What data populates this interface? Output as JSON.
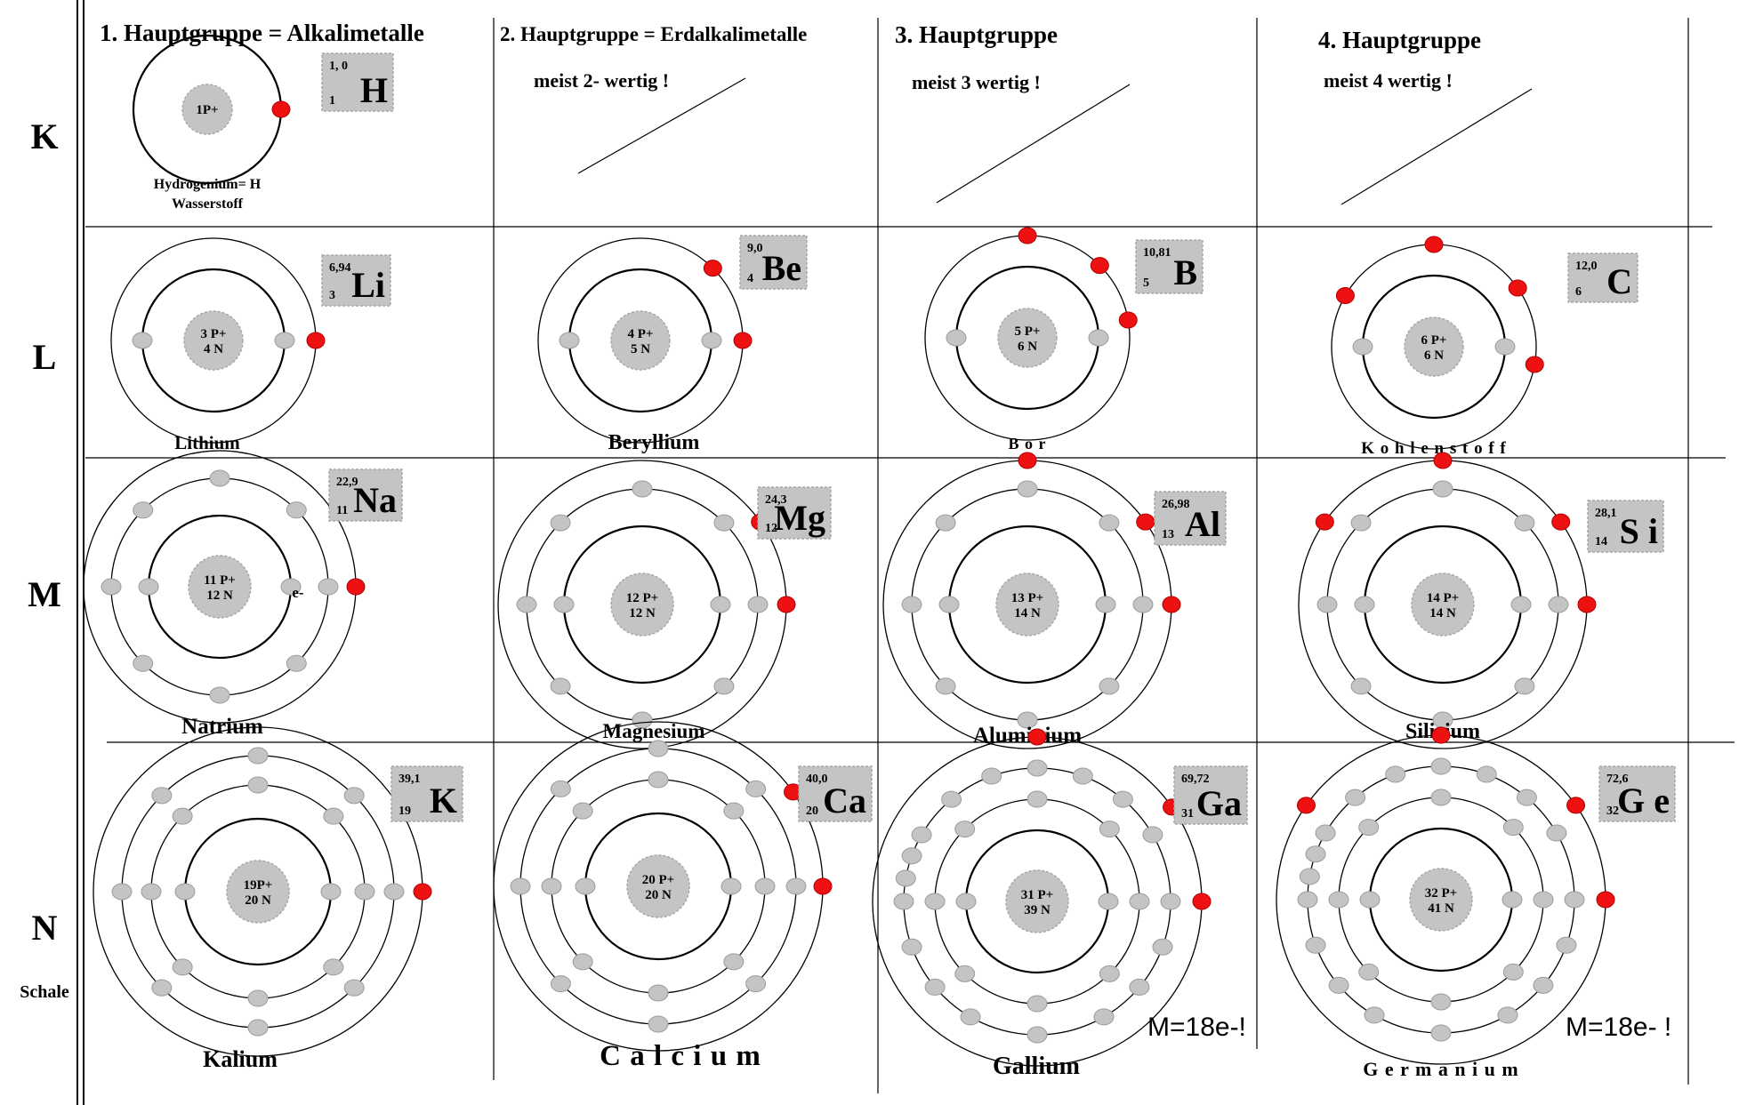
{
  "shells": [
    "K",
    "L",
    "M",
    "N"
  ],
  "shell_caption": "Schale",
  "groups": [
    {
      "title": "1. Hauptgruppe = Alkalimetalle",
      "note": ""
    },
    {
      "title": "2. Hauptgruppe = Erdalkalimetalle",
      "note": "meist 2- wertig !"
    },
    {
      "title": "3. Hauptgruppe",
      "note": "meist 3 wertig !"
    },
    {
      "title": "4. Hauptgruppe",
      "note": "meist 4 wertig !"
    }
  ],
  "atoms": [
    {
      "name": "Hydrogenium= H",
      "name2": "Wasserstoff",
      "symbol": "H",
      "mass": "1, 0",
      "number": "1",
      "nucleus_p": "1P+",
      "nucleus_n": "",
      "shells": [
        1
      ],
      "note": ""
    },
    {
      "name": "Lithium",
      "symbol": "Li",
      "mass": "6,94",
      "number": "3",
      "nucleus_p": "3 P+",
      "nucleus_n": "4 N",
      "shells": [
        2,
        1
      ],
      "note": ""
    },
    {
      "name": "Beryllium",
      "symbol": "Be",
      "mass": "9,0",
      "number": "4",
      "nucleus_p": "4 P+",
      "nucleus_n": "5 N",
      "shells": [
        2,
        2
      ],
      "note": ""
    },
    {
      "name": "B o r",
      "symbol": "B",
      "mass": "10,81",
      "number": "5",
      "nucleus_p": "5 P+",
      "nucleus_n": "6 N",
      "shells": [
        2,
        3
      ],
      "note": ""
    },
    {
      "name": "K o h l e n s t o f f",
      "symbol": "C",
      "mass": "12,0",
      "number": "6",
      "nucleus_p": "6 P+",
      "nucleus_n": "6 N",
      "shells": [
        2,
        4
      ],
      "note": ""
    },
    {
      "name": "Natrium",
      "symbol": "Na",
      "mass": "22,9",
      "number": "11",
      "nucleus_p": "11 P+",
      "nucleus_n": "12 N",
      "shells": [
        2,
        8,
        1
      ],
      "note": "e-"
    },
    {
      "name": "Magnesium",
      "symbol": "Mg",
      "mass": "24,3",
      "number": "12",
      "nucleus_p": "12 P+",
      "nucleus_n": "12 N",
      "shells": [
        2,
        8,
        2
      ],
      "note": ""
    },
    {
      "name": "Aluminium",
      "symbol": "Al",
      "mass": "26,98",
      "number": "13",
      "nucleus_p": "13 P+",
      "nucleus_n": "14 N",
      "shells": [
        2,
        8,
        3
      ],
      "note": ""
    },
    {
      "name": "Silicium",
      "symbol": "S i",
      "mass": "28,1",
      "number": "14",
      "nucleus_p": "14 P+",
      "nucleus_n": "14 N",
      "shells": [
        2,
        8,
        4
      ],
      "note": ""
    },
    {
      "name": "Kalium",
      "symbol": "K",
      "mass": "39,1",
      "number": "19",
      "nucleus_p": "19P+",
      "nucleus_n": "20 N",
      "shells": [
        2,
        8,
        8,
        1
      ],
      "note": ""
    },
    {
      "name": "C a l c i u m",
      "symbol": "Ca",
      "mass": "40,0",
      "number": "20",
      "nucleus_p": "20 P+",
      "nucleus_n": "20 N",
      "shells": [
        2,
        8,
        8,
        2
      ],
      "note": ""
    },
    {
      "name": "Gallium",
      "symbol": "Ga",
      "mass": "69,72",
      "number": "31",
      "nucleus_p": "31 P+",
      "nucleus_n": "39 N",
      "shells": [
        2,
        8,
        18,
        3
      ],
      "note": "M=18e-!"
    },
    {
      "name": "G e r m a n i u m",
      "symbol": "G e",
      "mass": "72,6",
      "number": "32",
      "nucleus_p": "32 P+",
      "nucleus_n": "41 N",
      "shells": [
        2,
        8,
        18,
        4
      ],
      "note": "M=18e- !"
    }
  ],
  "colors": {
    "valence_electron": "#ee1111",
    "inner_electron": "#c4c4c4",
    "nucleus": "#c4c4c4",
    "symbol_box": "#c4c4c4",
    "line": "#000000"
  }
}
